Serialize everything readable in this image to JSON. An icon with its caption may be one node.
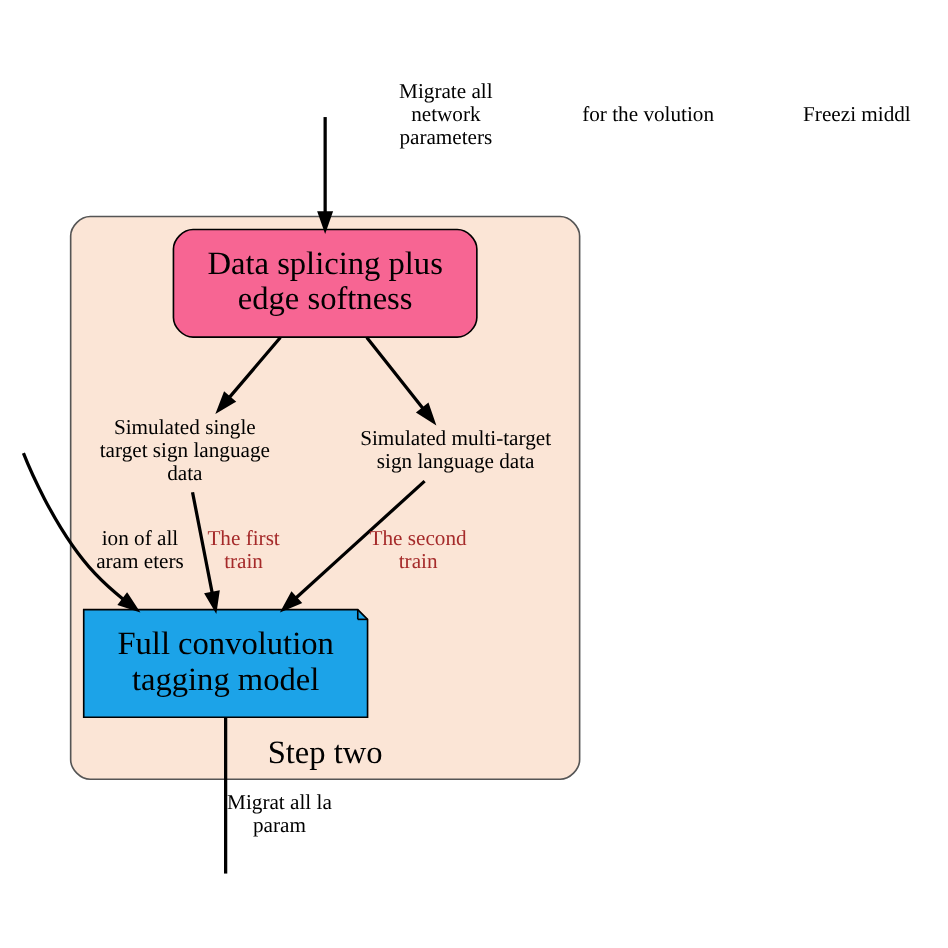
{
  "diagram": {
    "nodes": [
      {
        "text": [
          "Step two"
        ]
      },
      {
        "text": [
          "Data splicing plus edge softness"
        ],
        "in": 0
      },
      {
        "text": [
          "Simulated single target sign language data"
        ],
        "in": 0
      },
      {
        "text": [
          "Simulated multi-target sign language data"
        ],
        "in": 0
      },
      {
        "text": [
          "Full convolution tagging model"
        ],
        "in": 0
      }
    ],
    "edges": [
      {
        "from": null,
        "to": 1,
        "arrow": "to"
      },
      {
        "from": 1,
        "to": 2,
        "arrow": "to"
      },
      {
        "from": 1,
        "to": 3,
        "arrow": "to"
      },
      {
        "from": 2,
        "to": 4,
        "arrow": "to",
        "label": "The first train"
      },
      {
        "from": 3,
        "to": 4,
        "arrow": "to",
        "label": "The second train"
      },
      {
        "from": null,
        "to": 4,
        "arrow": "to",
        "label": "ion of all aram eters"
      },
      {
        "from": 4,
        "to": null,
        "arrow": "none",
        "label": "Migrat all la param"
      }
    ],
    "labels": [
      "Migrate all network parameters",
      "for the volution",
      "Freezi middl"
    ]
  }
}
